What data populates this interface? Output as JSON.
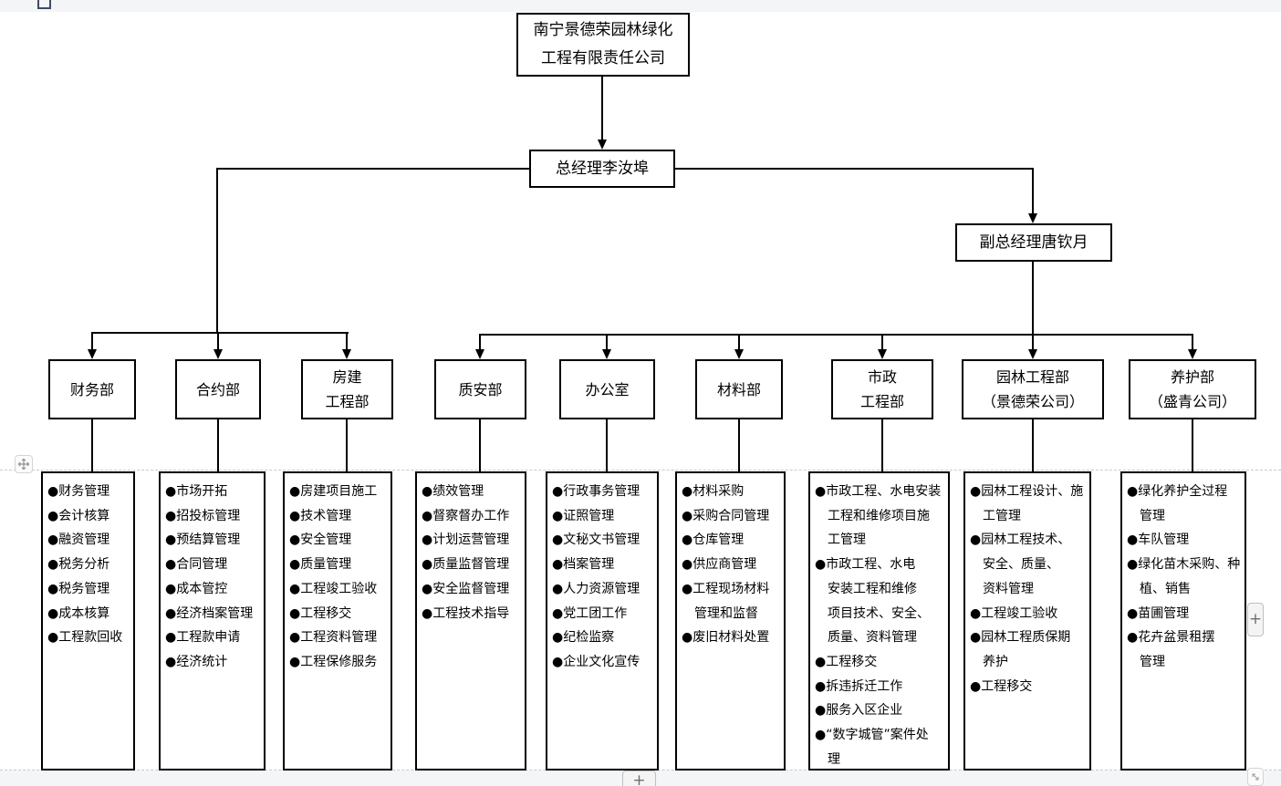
{
  "root": {
    "title": "南宁景德荣园林绿化\n工程有限责任公司"
  },
  "general_manager": {
    "title": "总经理李汝埠"
  },
  "deputy_manager": {
    "title": "副总经理唐钦月"
  },
  "departments": [
    {
      "title": "财务部",
      "duties": [
        "财务管理",
        "会计核算",
        "融资管理",
        "税务分析",
        "税务管理",
        "成本核算",
        "工程款回收"
      ]
    },
    {
      "title": "合约部",
      "duties": [
        "市场开拓",
        "招投标管理",
        "预结算管理",
        "合同管理",
        "成本管控",
        "经济档案管理",
        "工程款申请",
        "经济统计"
      ]
    },
    {
      "title": "房建\n工程部",
      "duties": [
        "房建项目施工",
        "技术管理",
        "安全管理",
        "质量管理",
        "工程竣工验收",
        "工程移交",
        "工程资料管理",
        "工程保修服务"
      ]
    },
    {
      "title": "质安部",
      "duties": [
        "绩效管理",
        "督察督办工作",
        "计划运营管理",
        "质量监督管理",
        "安全监督管理",
        "工程技术指导"
      ]
    },
    {
      "title": "办公室",
      "duties": [
        "行政事务管理",
        "证照管理",
        "文秘文书管理",
        "档案管理",
        "人力资源管理",
        "党工团工作",
        "纪检监察",
        "企业文化宣传"
      ]
    },
    {
      "title": "材料部",
      "duties": [
        "材料采购",
        "采购合同管理",
        "仓库管理",
        "供应商管理",
        "工程现场材料\n管理和监督",
        "废旧材料处置"
      ]
    },
    {
      "title": "市政\n工程部",
      "duties": [
        "市政工程、水电安装\n工程和维修项目施\n工管理",
        "市政工程、水电\n安装工程和维修\n项目技术、安全、\n质量、资料管理",
        "工程移交",
        "拆违拆迁工作",
        "服务入区企业",
        "“数字城管”案件处\n理"
      ]
    },
    {
      "title": "园林工程部\n（景德荣公司）",
      "duties": [
        "园林工程设计、施\n工管理",
        "园林工程技术、\n安全、质量、\n资料管理",
        "工程竣工验收",
        "园林工程质保期\n养护",
        "工程移交"
      ]
    },
    {
      "title": "养护部\n（盛青公司）",
      "duties": [
        "绿化养护全过程\n管理",
        "车队管理",
        "绿化苗木采购、种\n植、销售",
        "苗圃管理",
        "花卉盆景租摆\n管理"
      ]
    }
  ],
  "controls": {
    "plus_bottom": "+",
    "plus_right": "+"
  },
  "colors": {
    "line": "#000000",
    "chrome_strip": "#f4f5f7"
  }
}
